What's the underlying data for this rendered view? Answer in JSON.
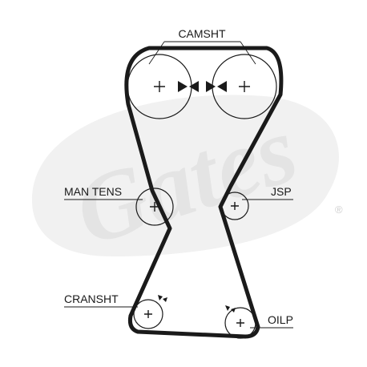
{
  "watermark": {
    "brand": "Gates",
    "registered_mark": "®",
    "color": "#ececec"
  },
  "labels": {
    "camshaft": "CAMSHT",
    "manual_tensioner": "MAN TENS",
    "jackshaft": "JSP",
    "crankshaft": "CRANSHT",
    "oil_pump": "OILP"
  },
  "colors": {
    "belt": "#1a1a1a",
    "pulley": "#1a1a1a",
    "text": "#1a1a1a"
  }
}
